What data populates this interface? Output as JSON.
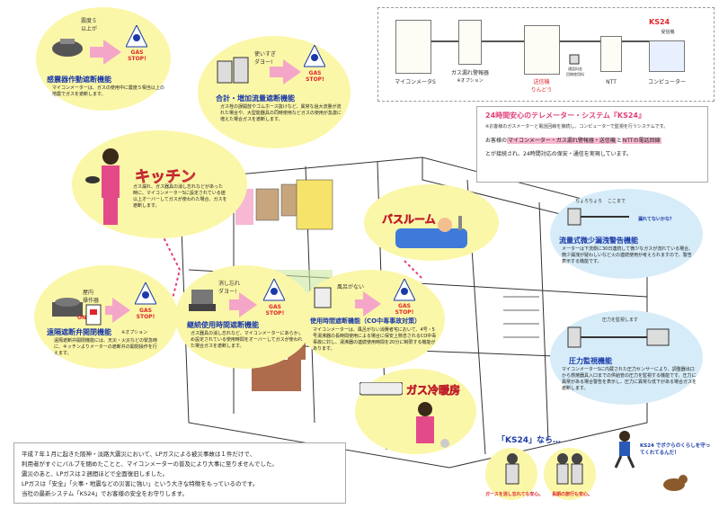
{
  "features": {
    "seismic": {
      "title": "感震器作動遮断機能",
      "label": "震度５\n以上が",
      "body": "マイコンメーターは、ガスの使用中に震度５相当以上の地震でガスを遮断します。"
    },
    "total_flow": {
      "title": "合計・増加流量遮断機能",
      "label": "使いすぎ\nダヨー!",
      "body": "ガス栓の誤開放やゴムホース抜けなど、異常な過大流量が流れた場合や、大型能器具の同時使用などガスの使用が急激に増えた場合ガスを遮断します。"
    },
    "remote": {
      "title": "遠隔遮断弁開閉機能",
      "tag": "※オプション",
      "label": "屋内\n操作器",
      "on": "ON",
      "body": "遠隔遮断弁開閉機能には、天災・火災などの緊急時に、キッチンよりメーターの遮断弁の開閉操作を行えます。"
    },
    "continuous": {
      "title": "継続使用時間遮断機能",
      "label": "消し忘れ\nダヨー!",
      "body": "ガス器具の消し忘れなど、マイコンメーターにあらかじめ設定されている使用時間をオーバーしてガスが使われた場合ガスを遮断します。"
    },
    "co": {
      "title": "使用時間遮断機能（CO中毒事故対策）",
      "label": "風呂がない",
      "body": "マイコンメーターは、風呂がない消費者宅において、4号・5号湯沸器の長時間使用による場合に保安上懸念されるCO中毒事故に対し、湯沸器の連続使用時間を20分に制限する機能があります。"
    },
    "trickle": {
      "title": "流量式微少漏洩警告機能",
      "labels": [
        "ちょろちょろ",
        "ここまで",
        "漏れてないかな？"
      ],
      "body": "メーターは下流側に30日連続して微少なガスが流れている場合、微少漏洩が疑わしいなど火の連続使用が考えられますので、警告表示する機能です。"
    },
    "pressure": {
      "title": "圧力監視機能",
      "label": "圧力を監視します",
      "body": "マイコンメーターSに内蔵された圧力センサーにより、調整器出口から燃焼器具入口までの供給管の圧力を監視する機能です。圧力に異常がある場合警告を表示し、圧力に異常な低下がある場合ガスを遮断します。"
    }
  },
  "gas_stop": "GAS STOP!",
  "rooms": {
    "kitchen": {
      "title": "キッチン",
      "body": "ガス漏れ、ガス器具の消し忘れなどがあった時に、マイコンメーターSに設定されている値以上オーバーしてガスが使われた場合、ガスを遮断します。"
    },
    "bathroom": {
      "title": "バスルーム"
    },
    "heating": {
      "title": "ガス冷暖房"
    }
  },
  "telemeter": {
    "devices": [
      {
        "label": "マイコンメータS",
        "sub": ""
      },
      {
        "label": "ガス漏れ警報器",
        "sub": "※オプション"
      },
      {
        "label": "送信機\nりんどう",
        "sub": ""
      },
      {
        "label": "",
        "sub": "通話料金\n回線使用料"
      },
      {
        "label": "NTT",
        "sub": ""
      },
      {
        "label": "コンピューター",
        "sub": "受信機"
      }
    ],
    "ks24_badge": "KS24",
    "heading": "24時間安心のテレメーター・システム『KS24』",
    "note": "※お客様のガスメーターと電話回線を接続し、コンピューターで監視を行うシステムです。",
    "line1_pre": "お客様の",
    "line1_hl": "マイコンメーター・ガス漏れ警報器・送信機",
    "line1_mid": "と",
    "line1_hl2": "NTTの電話回線",
    "line2": "とが接続され、24時間対応の保安・通信を実現しています。"
  },
  "footer": {
    "lines": [
      "平成７年１月に起きた阪神・淡路大震災において、LPガスによる被災事故は１件だけで、",
      "震災のあと、LPガスは２週間ほどで全面復旧しました。",
      "LPガスは「安全」「火事・地震などの災害に強い」という大きな特徴をもっているのです。",
      "当社の最新システム「KS24」でお客様の安全をお守りします。"
    ],
    "line_mid": "利用者がすぐにバルブを閉めたことと、マイコンメーターの普及により大事に至りませんでした。"
  },
  "ks24_promo": {
    "title": "「KS24」なら…",
    "caption1": "ガースを消し忘れても安心。",
    "caption2": "長期の旅行も安心。",
    "slogan": "KS24 でボクらのくらしを守ってくれてるんだ！"
  }
}
